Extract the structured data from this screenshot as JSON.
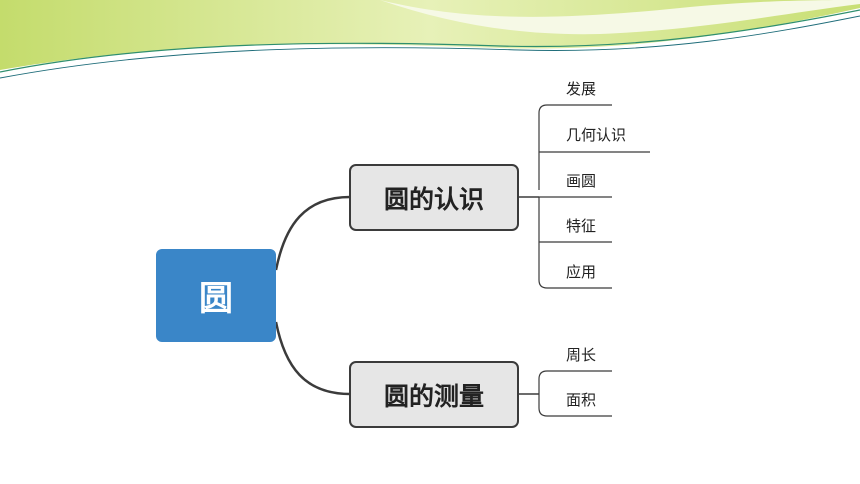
{
  "root": {
    "label": "圆"
  },
  "branches": [
    {
      "label": "圆的认识",
      "children": [
        "发展",
        "几何认识",
        "画圆",
        "特征",
        "应用"
      ]
    },
    {
      "label": "圆的测量",
      "children": [
        "周长",
        "面积"
      ]
    }
  ],
  "colors": {
    "root_fill": "#3a86c8",
    "topic_fill": "#e6e6e6",
    "line": "#3b3b3b",
    "header_swoosh": "#c7df72"
  }
}
